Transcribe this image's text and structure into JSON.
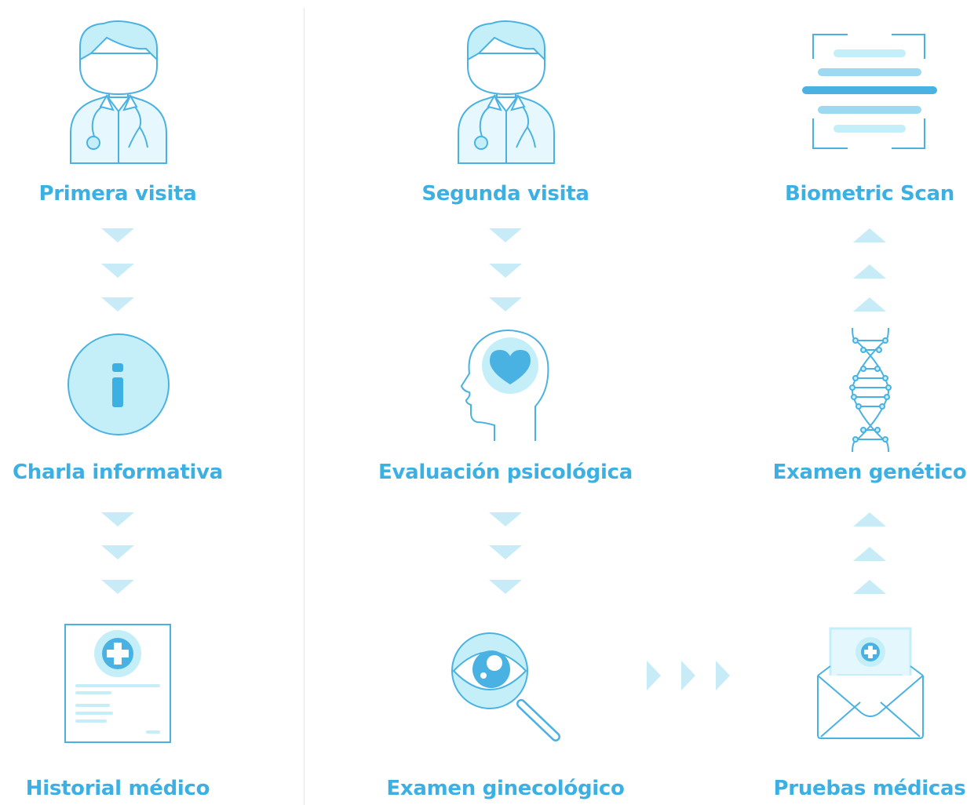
{
  "colors": {
    "primary": "#3db0e3",
    "stroke": "#4ab2e2",
    "light_fill": "#c4eff9",
    "pale_fill": "#e3f7fc",
    "arrow": "#c8ecf7"
  },
  "steps": {
    "primera_visita": {
      "label": "Primera visita",
      "icon": "doctor-icon"
    },
    "charla_informativa": {
      "label": "Charla informativa",
      "icon": "info-icon"
    },
    "historial_medico": {
      "label": "Historial médico",
      "icon": "medical-record-icon"
    },
    "segunda_visita": {
      "label": "Segunda visita",
      "icon": "doctor-icon"
    },
    "evaluacion_psicologica": {
      "label": "Evaluación psicológica",
      "icon": "head-heart-icon"
    },
    "examen_ginecologico": {
      "label": "Examen ginecológico",
      "icon": "magnifier-eye-icon"
    },
    "biometric_scan": {
      "label": "Biometric Scan",
      "icon": "scan-icon"
    },
    "examen_genetico": {
      "label": "Examen genético",
      "icon": "dna-icon"
    },
    "pruebas_medicas": {
      "label": "Pruebas médicas",
      "icon": "envelope-report-icon"
    }
  },
  "connectors": {
    "primera_to_charla": "down",
    "charla_to_historial": "down",
    "segunda_to_evaluacion": "down",
    "evaluacion_to_ginecologico": "down",
    "ginecologico_to_pruebas": "right",
    "pruebas_to_genetico": "up",
    "genetico_to_biometric": "up"
  }
}
